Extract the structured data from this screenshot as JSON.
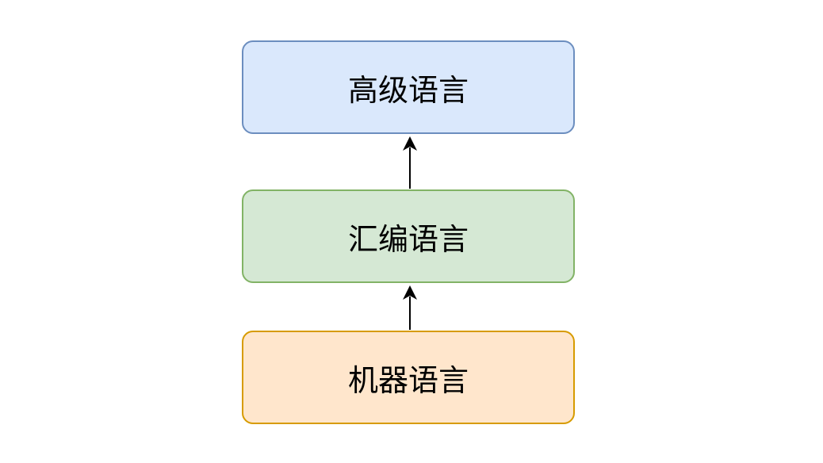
{
  "diagram": {
    "nodes": [
      {
        "id": "high-level",
        "label": "高级语言",
        "fill": "#dae8fc",
        "stroke": "#6c8ebf"
      },
      {
        "id": "assembly",
        "label": "汇编语言",
        "fill": "#d5e8d4",
        "stroke": "#82b366"
      },
      {
        "id": "machine",
        "label": "机器语言",
        "fill": "#ffe6cc",
        "stroke": "#d79b00"
      }
    ],
    "edges": [
      {
        "from": "assembly",
        "to": "high-level"
      },
      {
        "from": "machine",
        "to": "assembly"
      }
    ],
    "edge_color": "#000000"
  }
}
